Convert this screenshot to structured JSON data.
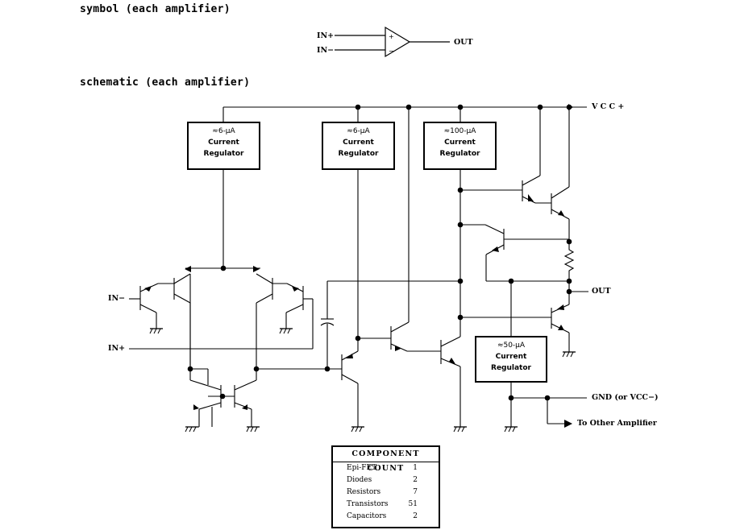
{
  "headings": {
    "symbol": "symbol (each amplifier)",
    "schematic": "schematic (each amplifier)"
  },
  "symbol": {
    "in_plus": "IN+",
    "in_minus": "IN−",
    "out": "OUT",
    "plus_sign": "+",
    "minus_sign": "−"
  },
  "regulators": [
    {
      "current": "≈6-µA",
      "line1": "Current",
      "line2": "Regulator"
    },
    {
      "current": "≈6-µA",
      "line1": "Current",
      "line2": "Regulator"
    },
    {
      "current": "≈100-µA",
      "line1": "Current",
      "line2": "Regulator"
    },
    {
      "current": "≈50-µA",
      "line1": "Current",
      "line2": "Regulator"
    }
  ],
  "labels": {
    "vcc_plus": "V C C +",
    "out": "OUT",
    "in_minus": "IN−",
    "in_plus": "IN+",
    "gnd": "GND (or VCC−)",
    "other_amp": "To Other Amplifier"
  },
  "component_count": {
    "title": "COMPONENT COUNT",
    "rows": [
      {
        "name": "Epi-FET",
        "value": "1"
      },
      {
        "name": "Diodes",
        "value": "2"
      },
      {
        "name": "Resistors",
        "value": "7"
      },
      {
        "name": "Transistors",
        "value": "51"
      },
      {
        "name": "Capacitors",
        "value": "2"
      }
    ]
  }
}
